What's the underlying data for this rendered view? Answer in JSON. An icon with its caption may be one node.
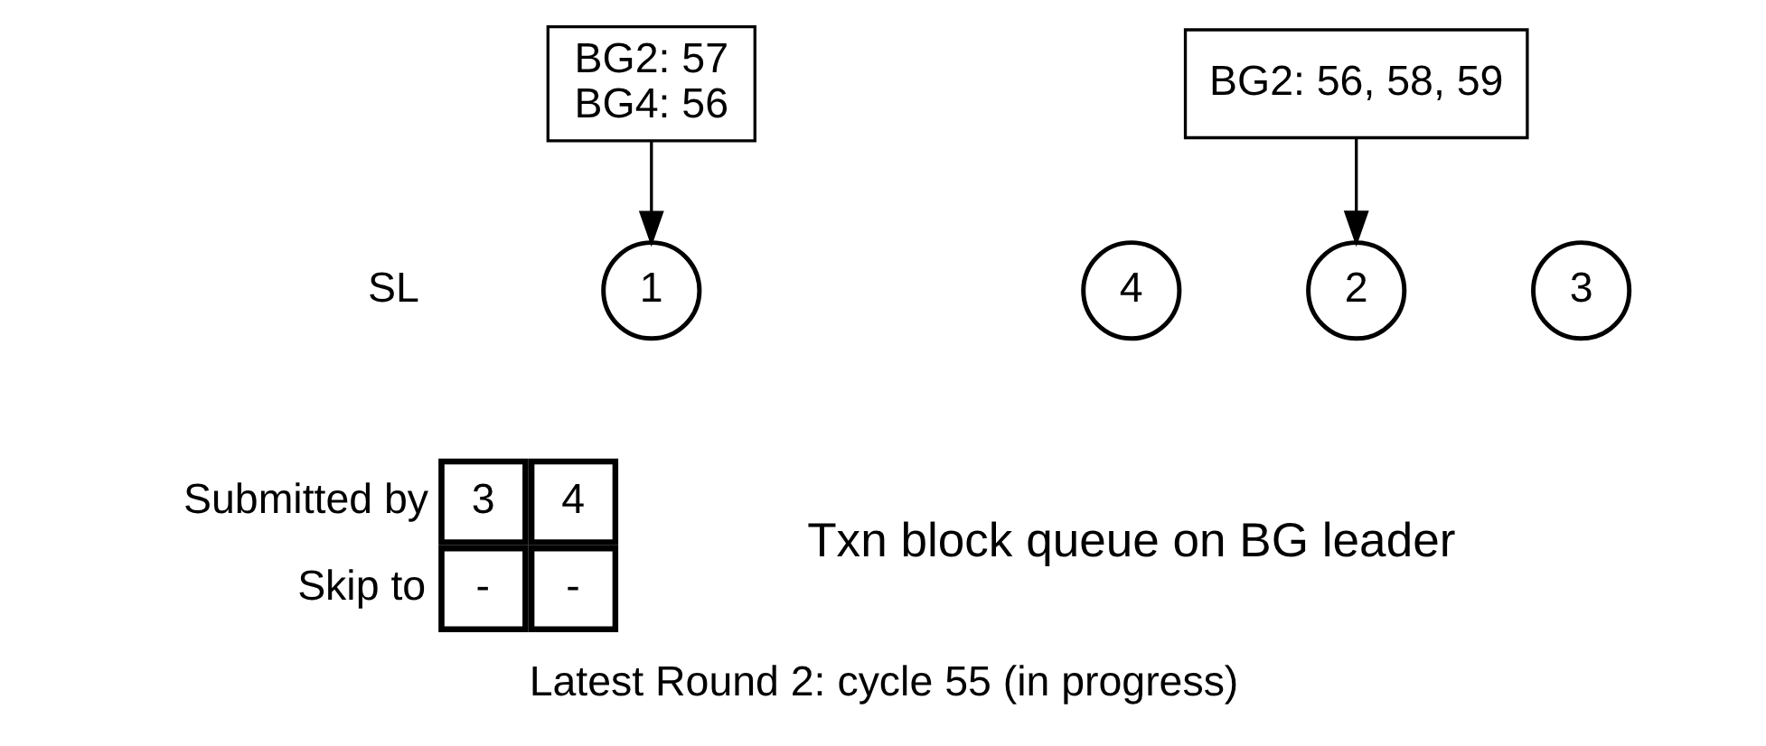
{
  "diagram": {
    "caption": "Latest Round 2: cycle 55 (in progress)",
    "nodes": [
      {
        "text": [
          "BG2: 57",
          "BG4: 56"
        ]
      },
      {
        "text": [
          "BG2: 56, 58, 59"
        ]
      },
      {
        "text": [
          "1"
        ]
      },
      {
        "text": [
          "2"
        ]
      },
      {
        "text": [
          "3"
        ]
      },
      {
        "text": [
          "4"
        ]
      }
    ],
    "edges": [
      {
        "from": 0,
        "to": 2,
        "arrow": "to"
      },
      {
        "from": 1,
        "to": 3,
        "arrow": "to"
      }
    ],
    "labels": [
      "SL",
      "Submitted by",
      "Skip to",
      "3",
      "4",
      "-",
      "-",
      "Txn block queue on BG leader"
    ]
  }
}
